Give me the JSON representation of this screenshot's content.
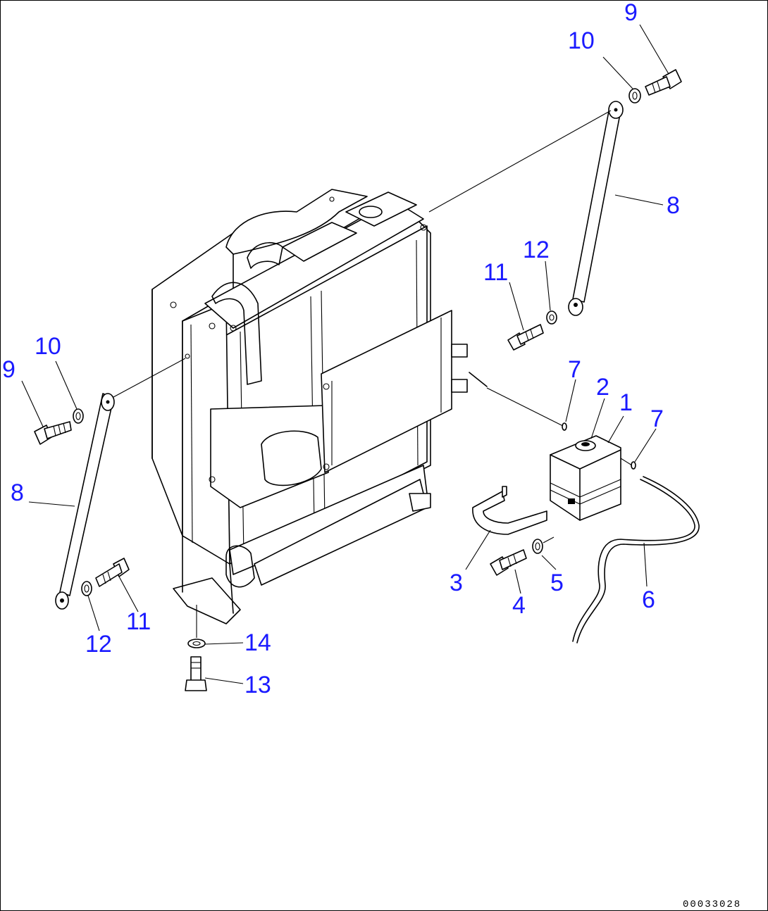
{
  "callouts": [
    {
      "id": "c9a",
      "label": "9"
    },
    {
      "id": "c10a",
      "label": "10"
    },
    {
      "id": "c8a",
      "label": "8"
    },
    {
      "id": "c12a",
      "label": "12"
    },
    {
      "id": "c11a",
      "label": "11"
    },
    {
      "id": "c9b",
      "label": "9"
    },
    {
      "id": "c10b",
      "label": "10"
    },
    {
      "id": "c8b",
      "label": "8"
    },
    {
      "id": "c11b",
      "label": "11"
    },
    {
      "id": "c12b",
      "label": "12"
    },
    {
      "id": "c14",
      "label": "14"
    },
    {
      "id": "c13",
      "label": "13"
    },
    {
      "id": "c7a",
      "label": "7"
    },
    {
      "id": "c2",
      "label": "2"
    },
    {
      "id": "c1",
      "label": "1"
    },
    {
      "id": "c7b",
      "label": "7"
    },
    {
      "id": "c3",
      "label": "3"
    },
    {
      "id": "c4",
      "label": "4"
    },
    {
      "id": "c5",
      "label": "5"
    },
    {
      "id": "c6",
      "label": "6"
    }
  ],
  "drawing_number": "00033028"
}
